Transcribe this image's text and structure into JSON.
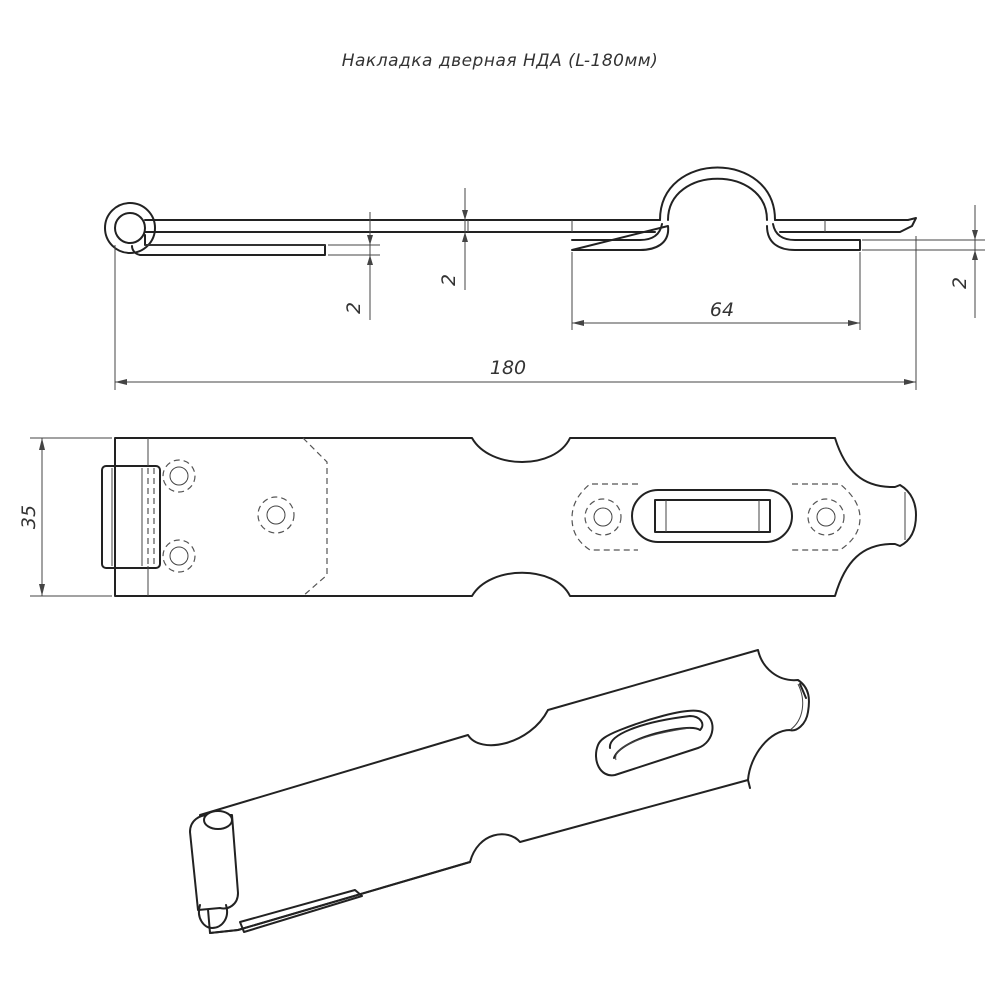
{
  "title": "Накладка дверная НДА (L-180мм)",
  "dimensions": {
    "total_length": "180",
    "staple_plate_length": "64",
    "width": "35",
    "thickness_left": "2",
    "thickness_middle": "2",
    "thickness_right": "2"
  }
}
